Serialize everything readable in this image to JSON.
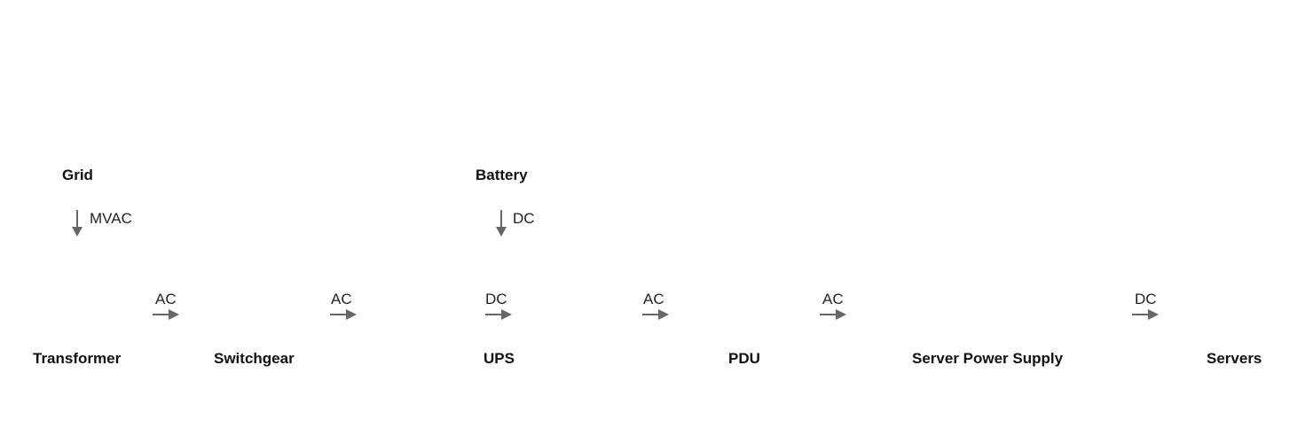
{
  "diagram": {
    "sources": {
      "grid": {
        "label": "Grid",
        "feed_label": "MVAC"
      },
      "battery": {
        "label": "Battery",
        "feed_label": "DC"
      }
    },
    "chain": [
      {
        "label": "Transformer"
      },
      {
        "label": "Switchgear"
      },
      {
        "label": "UPS"
      },
      {
        "label": "PDU"
      },
      {
        "label": "Server Power Supply"
      },
      {
        "label": "Servers"
      }
    ],
    "links": [
      {
        "label": "AC"
      },
      {
        "label": "AC"
      },
      {
        "label": "DC"
      },
      {
        "label": "AC"
      },
      {
        "label": "AC"
      },
      {
        "label": "DC"
      }
    ],
    "colors": {
      "arrow": "#666666",
      "node_text": "#111111",
      "link_text": "#222222"
    }
  }
}
